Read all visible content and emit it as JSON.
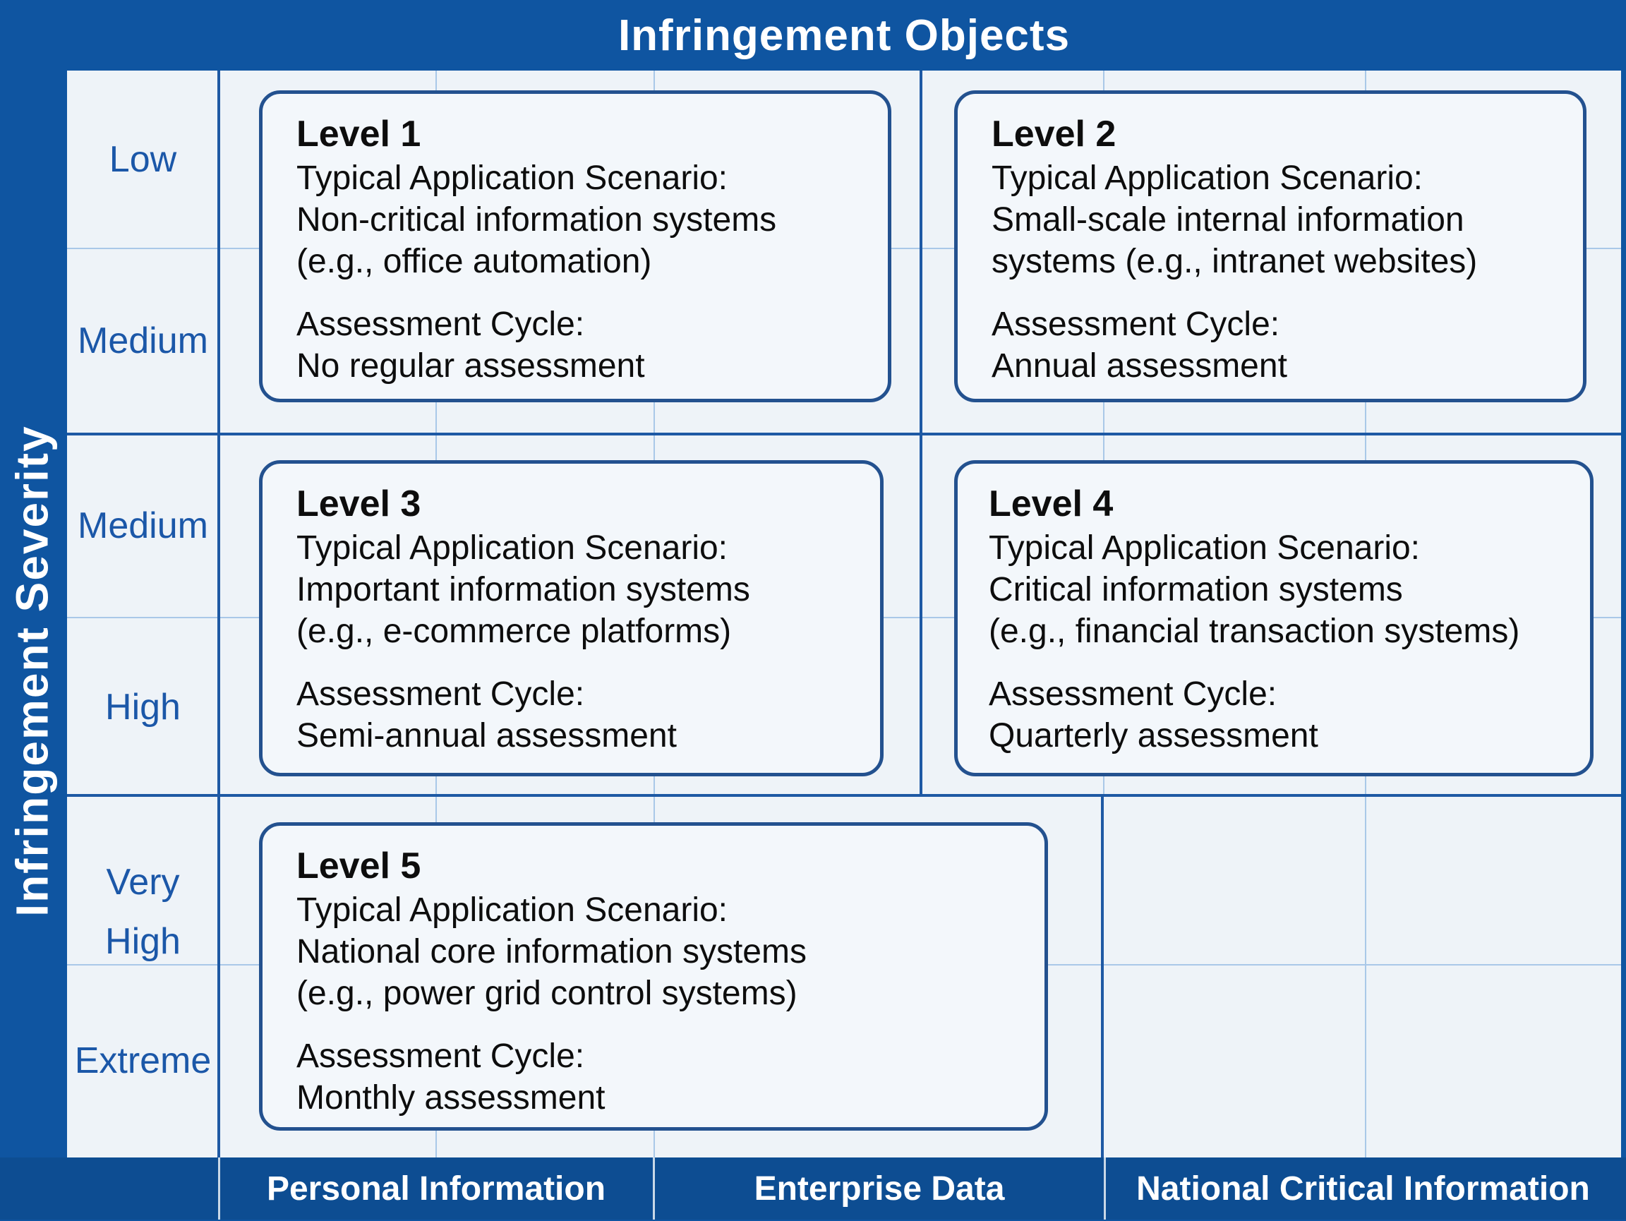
{
  "title": "Infringement Objects",
  "y_axis": {
    "title": "Infringement Severity",
    "labels": [
      "Low",
      "Medium",
      "Medium",
      "High",
      "Very High",
      "Extreme"
    ]
  },
  "x_axis": {
    "labels": [
      "Personal Information",
      "Enterprise Data",
      "National Critical Information"
    ]
  },
  "cards": [
    {
      "title": "Level 1",
      "scenario_label": "Typical Application Scenario:",
      "scenario_line1": "Non-critical information systems",
      "scenario_line2": "(e.g., office automation)",
      "cycle_label": "Assessment Cycle:",
      "cycle": "No regular assessment"
    },
    {
      "title": "Level 2",
      "scenario_label": "Typical Application Scenario:",
      "scenario_line1": "Small-scale internal information",
      "scenario_line2": "systems (e.g., intranet websites)",
      "cycle_label": "Assessment Cycle:",
      "cycle": "Annual assessment"
    },
    {
      "title": "Level 3",
      "scenario_label": "Typical Application Scenario:",
      "scenario_line1": "Important information systems",
      "scenario_line2": "(e.g., e-commerce platforms)",
      "cycle_label": "Assessment Cycle:",
      "cycle": "Semi-annual assessment"
    },
    {
      "title": "Level 4",
      "scenario_label": "Typical Application Scenario:",
      "scenario_line1": "Critical information systems",
      "scenario_line2": "(e.g., financial transaction systems)",
      "cycle_label": "Assessment Cycle:",
      "cycle": "Quarterly assessment"
    },
    {
      "title": "Level 5",
      "scenario_label": "Typical Application Scenario:",
      "scenario_line1": "National core information systems",
      "scenario_line2": "(e.g., power grid control systems)",
      "cycle_label": "Assessment Cycle:",
      "cycle": "Monthly assessment"
    }
  ],
  "colors": {
    "band_blue": "#0f55a1",
    "bottom_band_blue": "#0d4d92",
    "grid_background": "#eef3f8",
    "card_background": "#f3f7fb",
    "card_border": "#23518f",
    "dark_grid_line": "#1e59a4",
    "light_grid_line": "#a9c8e8",
    "severity_label_blue": "#1b57a8",
    "text_black": "#0d0d0d",
    "text_white": "#ffffff"
  }
}
